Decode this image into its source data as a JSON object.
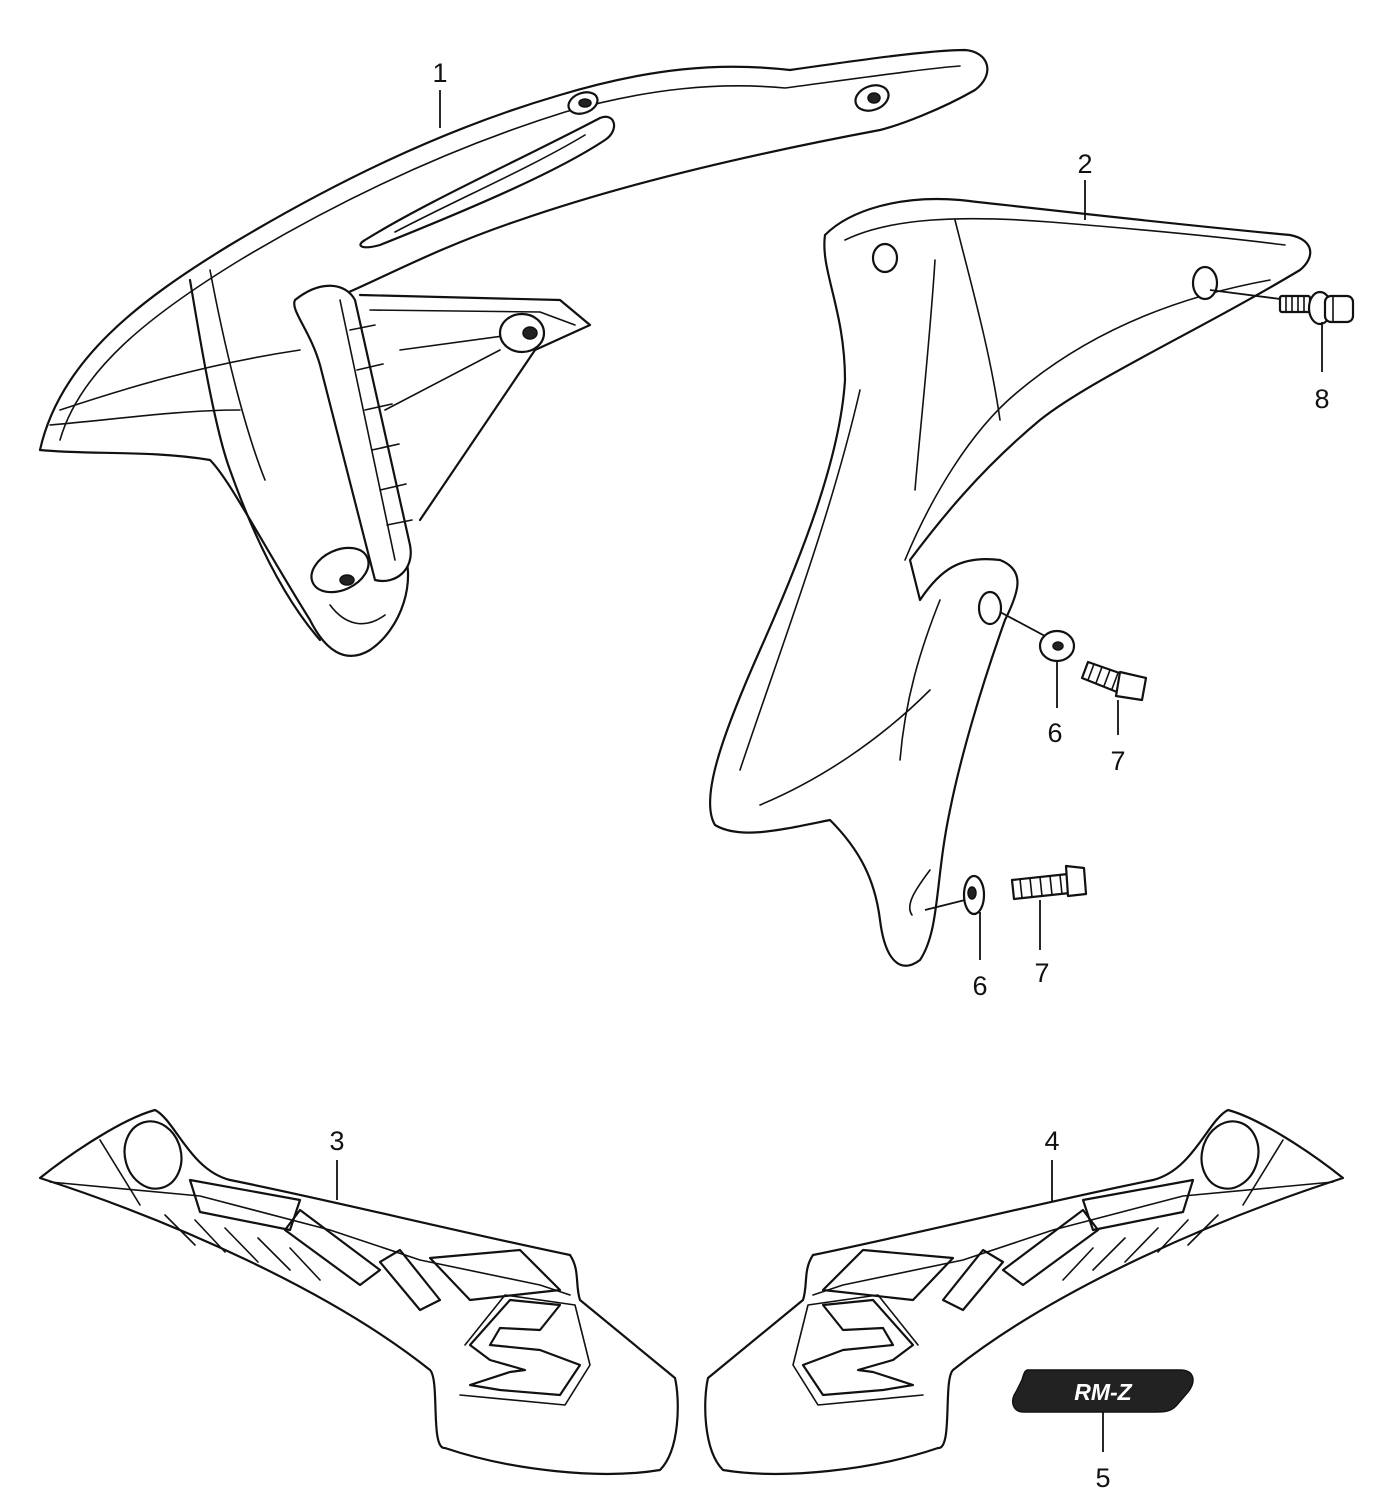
{
  "callouts": {
    "c1": "1",
    "c2": "2",
    "c3": "3",
    "c4": "4",
    "c5": "5",
    "c6a": "6",
    "c6b": "6",
    "c7a": "7",
    "c7b": "7",
    "c8": "8"
  },
  "emblem": {
    "text": "RM-Z"
  },
  "colors": {
    "line": "#111111",
    "background": "#ffffff"
  }
}
